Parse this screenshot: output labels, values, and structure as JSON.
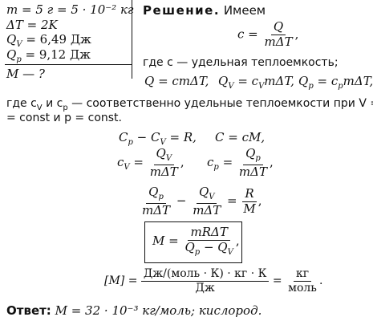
{
  "given": {
    "mass": "m = 5 г = 5 · 10⁻² кг",
    "dT": "ΔT = 2K",
    "qv": "Q",
    "qv_sub": "V",
    "qv_val": " = 6,49 Дж",
    "qp": "Q",
    "qp_sub": "p",
    "qp_val": " = 9,12 Дж",
    "find": "M — ?"
  },
  "solution": {
    "heading": "Решение.",
    "intro": "Имеем",
    "eq_c_lhs": "c =",
    "eq_c_num": "Q",
    "eq_c_den": "mΔT",
    "where_c": "где c — удельная теплоемкость;",
    "eq_q1": "Q = cmΔT,",
    "eq_q2": "Q",
    "eq_q2_sub": "V",
    "eq_q2_rhs": " = c",
    "eq_q2_rhs_sub": "V",
    "eq_q2_tail": "mΔT,",
    "eq_q3": "Q",
    "eq_q3_sub": "p",
    "eq_q3_rhs": " = c",
    "eq_q3_rhs_sub": "p",
    "eq_q3_tail": "mΔT,",
    "where_cvcp_line1": "где c",
    "where_cvcp_v": "V",
    "where_cvcp_mid": " и c",
    "where_cvcp_p": "p",
    "where_cvcp_rest": " — соответственно удельные теплоемкости при V =",
    "where_cvcp_line2": "= const и p = const.",
    "eq_mayer": "C",
    "eq_mayer_p": "p",
    "eq_mayer_mid": " − C",
    "eq_mayer_v": "V",
    "eq_mayer_rhs": " = R,",
    "eq_molar": "C = cM,",
    "eq_cv_lhs": "c",
    "eq_cv_sub": "V",
    "eq_cv_num": "Q",
    "eq_cv_num_sub": "V",
    "eq_cv_den": "mΔT",
    "eq_cp_lhs": "c",
    "eq_cp_sub": "p",
    "eq_cp_num": "Q",
    "eq_cp_num_sub": "p",
    "eq_cp_den": "mΔT",
    "eq_diff_n1": "Q",
    "eq_diff_n1_sub": "p",
    "eq_diff_d1": "mΔT",
    "eq_diff_n2": "Q",
    "eq_diff_n2_sub": "V",
    "eq_diff_d2": "mΔT",
    "eq_diff_rn": "R",
    "eq_diff_rd": "M",
    "boxed_lhs": "M =",
    "boxed_num": "mRΔT",
    "boxed_den": "Q",
    "boxed_den_sub1": "p",
    "boxed_den_mid": " − Q",
    "boxed_den_sub2": "V",
    "units_lhs": "[M] =",
    "units_num": "Дж/(моль · К) · кг · К",
    "units_den": "Дж",
    "units_rnum": "кг",
    "units_rden": "моль",
    "answer_label": "Ответ:",
    "answer_text": "M = 32 · 10⁻³ кг/моль; кислород."
  }
}
